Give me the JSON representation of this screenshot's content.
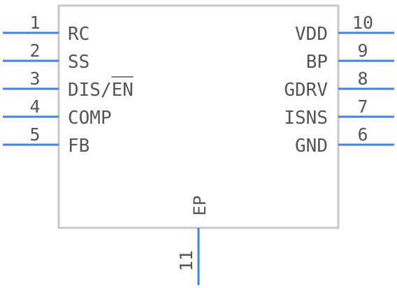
{
  "component": {
    "body_color": "#c8c8c8",
    "pin_color": "#3a86e8",
    "text_color": "#555555",
    "left_pins": [
      {
        "number": "1",
        "name": "RC"
      },
      {
        "number": "2",
        "name": "SS"
      },
      {
        "number": "3",
        "name": "DIS/EN",
        "overline_part": "EN"
      },
      {
        "number": "4",
        "name": "COMP"
      },
      {
        "number": "5",
        "name": "FB"
      }
    ],
    "right_pins": [
      {
        "number": "10",
        "name": "VDD"
      },
      {
        "number": "9",
        "name": "BP"
      },
      {
        "number": "8",
        "name": "GDRV"
      },
      {
        "number": "7",
        "name": "ISNS"
      },
      {
        "number": "6",
        "name": "GND"
      }
    ],
    "bottom_pin": {
      "number": "11",
      "name": "EP"
    }
  }
}
